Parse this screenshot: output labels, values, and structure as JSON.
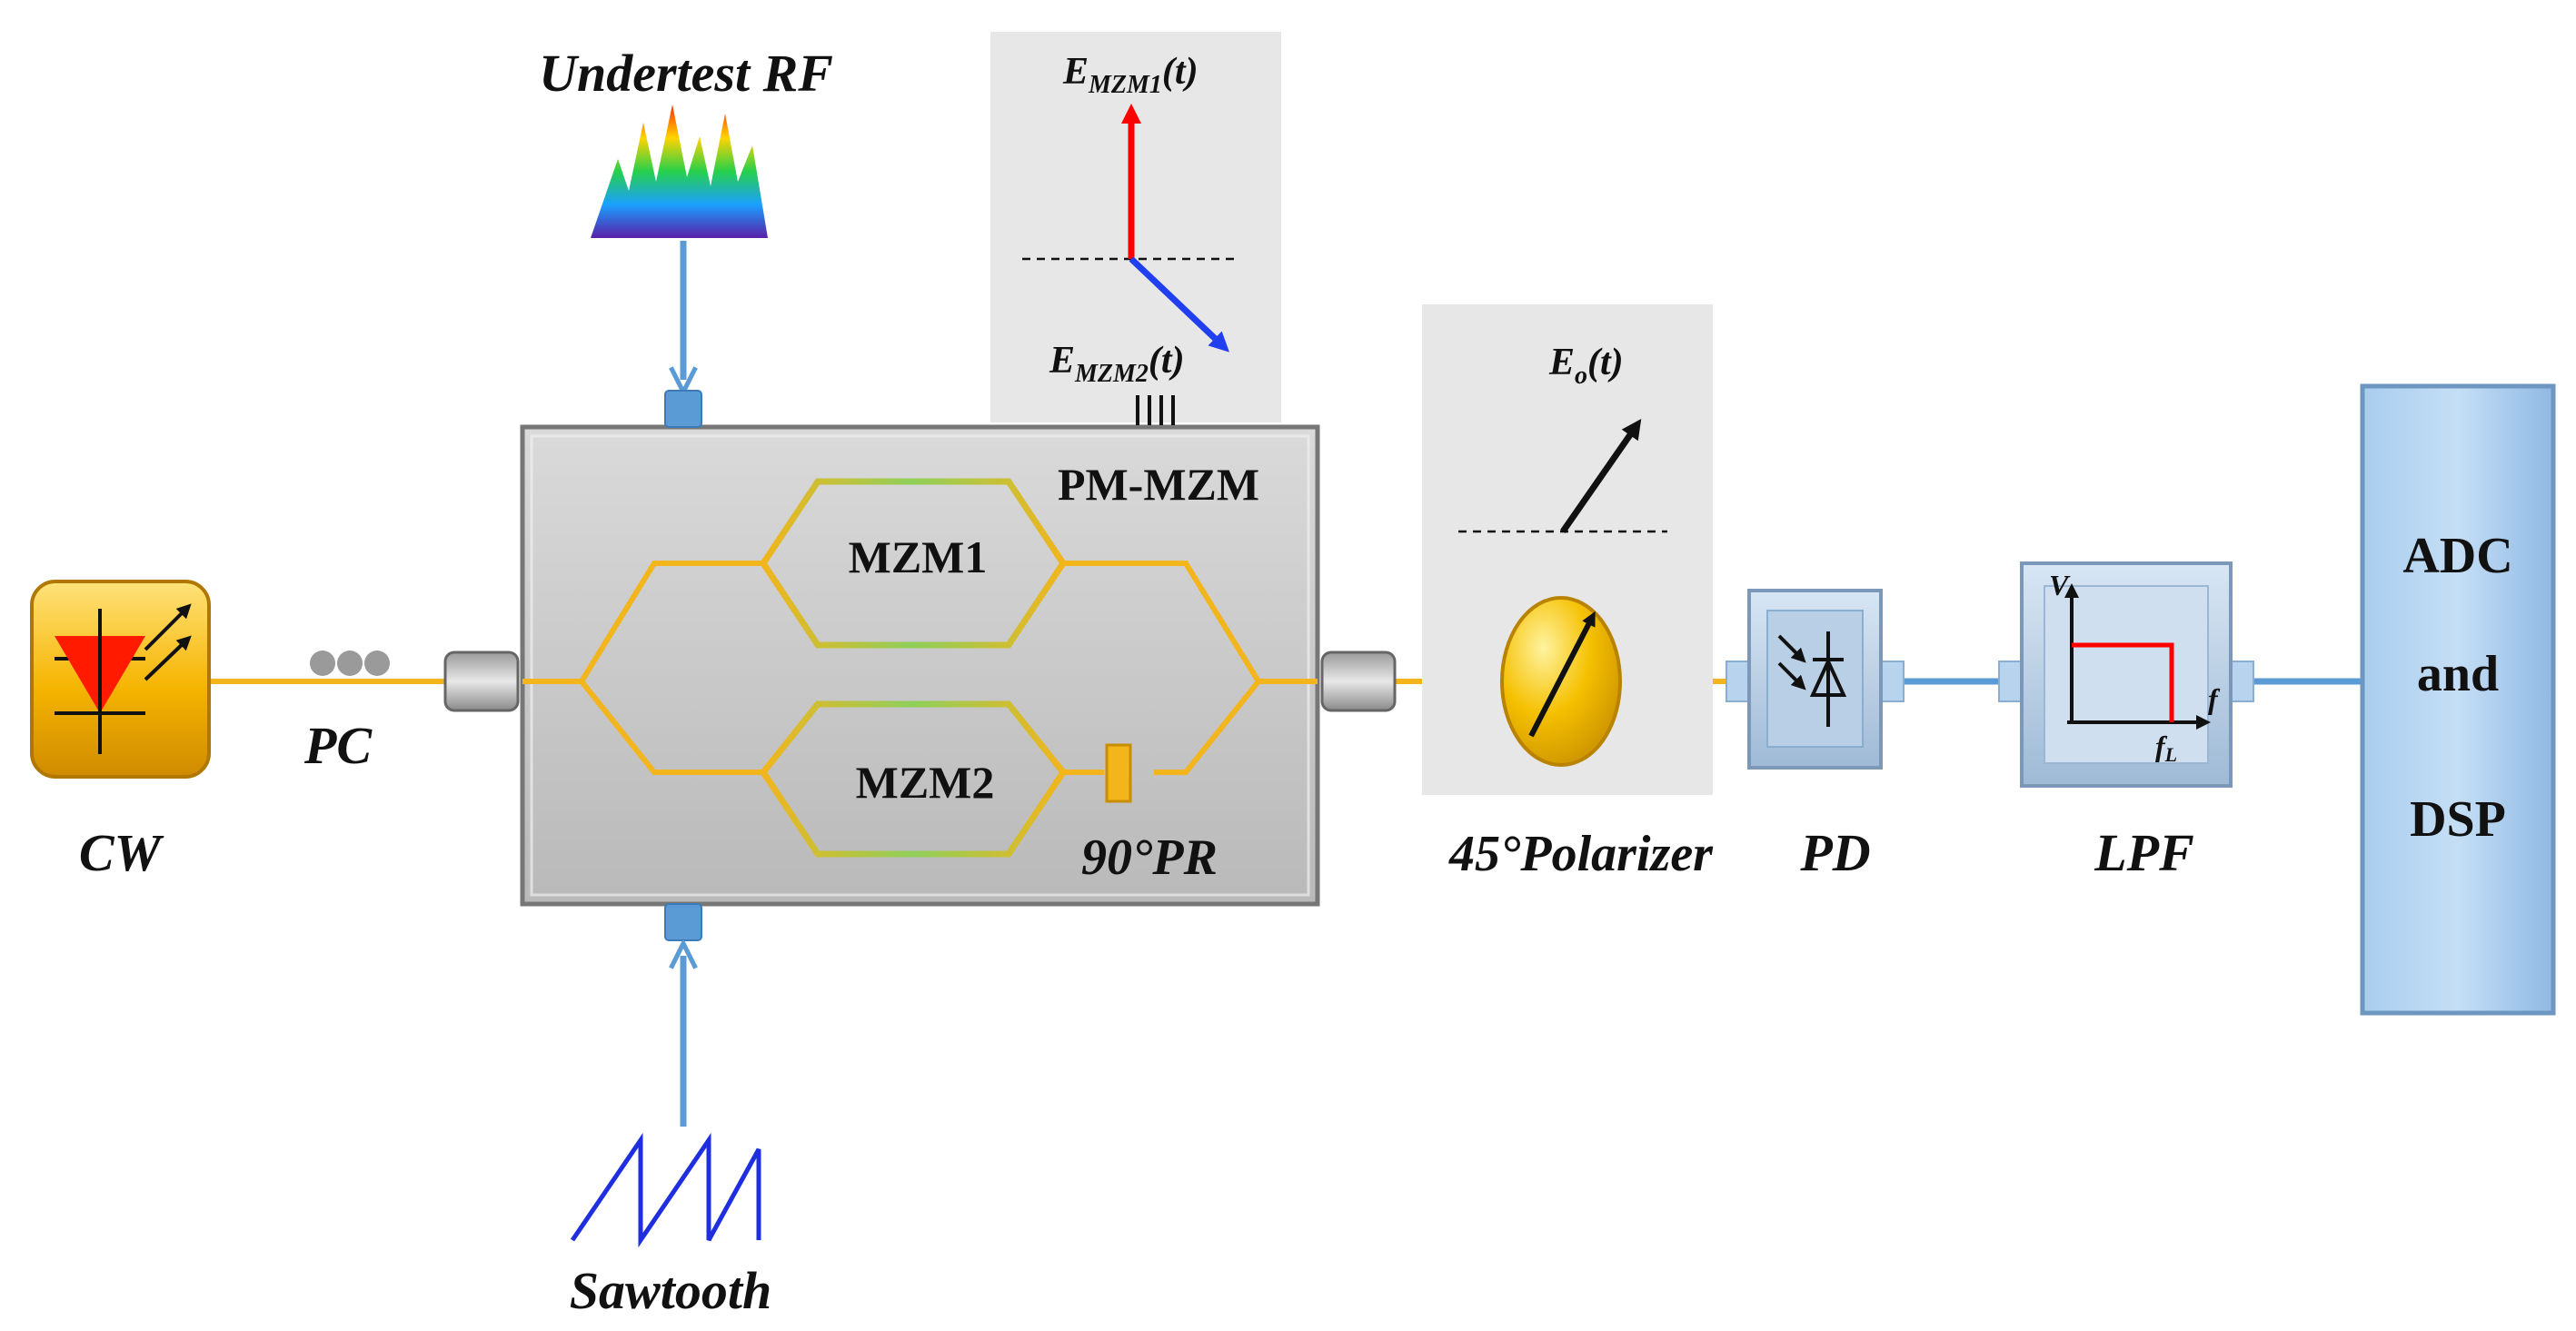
{
  "labels": {
    "undertest_rf": "Undertest RF",
    "sawtooth": "Sawtooth",
    "cw": "CW",
    "pc": "PC",
    "pm_mzm": "PM-MZM",
    "mzm1": "MZM1",
    "mzm2": "MZM2",
    "pr": "90°PR",
    "polarizer": "45°Polarizer",
    "pd": "PD",
    "lpf": "LPF",
    "adc_line1": "ADC",
    "adc_line2": "and",
    "adc_line3": "DSP",
    "e_mzm1_main": "E",
    "e_mzm1_sub": "MZM1",
    "e_mzm1_tail": "(t)",
    "e_mzm2_main": "E",
    "e_mzm2_sub": "MZM2",
    "e_mzm2_tail": "(t)",
    "eo_main": "E",
    "eo_sub": "o",
    "eo_tail": "(t)",
    "lpf_v": "V",
    "lpf_f": "f",
    "lpf_fl_main": "f",
    "lpf_fl_sub": "L"
  },
  "colors": {
    "fiber": "#f2b51c",
    "rf_arrow": "#5b9bd5",
    "box_gray": "#c9c9c9",
    "panel_gray": "#e7e7e7",
    "vector_red": "#ff0000",
    "vector_blue": "#1f3ff0",
    "sawtooth_blue": "#1f2fe0",
    "adc_blue": "#9dc3e6"
  }
}
